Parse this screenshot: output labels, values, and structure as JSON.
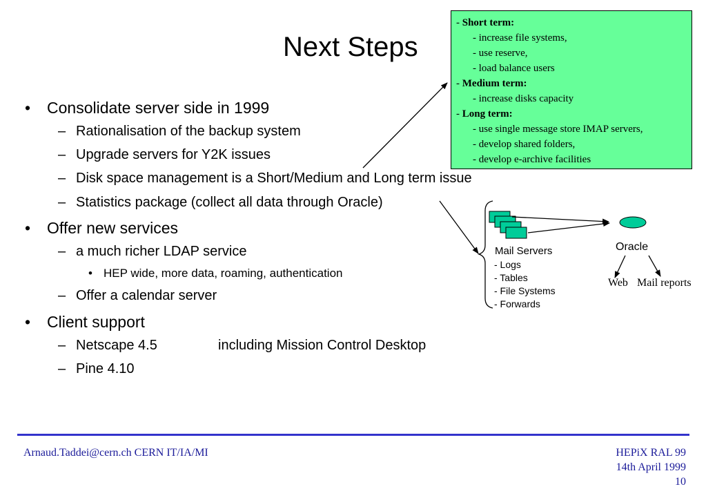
{
  "slide": {
    "title": "Next Steps",
    "bullets": [
      {
        "text": "Consolidate server side in 1999",
        "children": [
          {
            "text": "Rationalisation of the backup system"
          },
          {
            "text": "Upgrade servers for Y2K issues"
          },
          {
            "text": "Disk space management is a Short/Medium and Long term issue"
          },
          {
            "text": "Statistics package (collect all data through Oracle)"
          }
        ]
      },
      {
        "text": "Offer new services",
        "children": [
          {
            "text": "a much richer LDAP service",
            "children": [
              {
                "text": "HEP wide, more data, roaming, authentication"
              }
            ]
          },
          {
            "text": "Offer a calendar server"
          }
        ]
      },
      {
        "text": "Client support",
        "children": [
          {
            "text": "Netscape 4.5",
            "extra": "including Mission Control Desktop"
          },
          {
            "text": "Pine 4.10"
          }
        ]
      }
    ],
    "markers": {
      "level1": "•",
      "level2": "–",
      "level3": "•",
      "item": "-"
    }
  },
  "notes_box": {
    "short_label": "Short term:",
    "short_items": [
      "- increase file systems,",
      "- use reserve,",
      "- load balance users"
    ],
    "medium_label": "Medium term:",
    "medium_items": [
      "- increase disks capacity"
    ],
    "long_label": "Long term:",
    "long_items": [
      "- use single message store IMAP servers,",
      "- develop shared folders,",
      "- develop e-archive facilities"
    ],
    "background_color": "#66ff99"
  },
  "diagram": {
    "mail_servers_label": "Mail Servers",
    "mail_server_items": [
      "- Logs",
      "- Tables",
      "- File Systems",
      "- Forwards"
    ],
    "oracle_label": "Oracle",
    "output_web": "Web",
    "output_mail_reports": "Mail reports",
    "server_color": "#00cc99"
  },
  "footer": {
    "left": "Arnaud.Taddei@cern.ch CERN IT/IA/MI",
    "event": "HEPiX RAL 99",
    "date": "14th April 1999",
    "page": "10",
    "accent_color": "#3333cc"
  }
}
